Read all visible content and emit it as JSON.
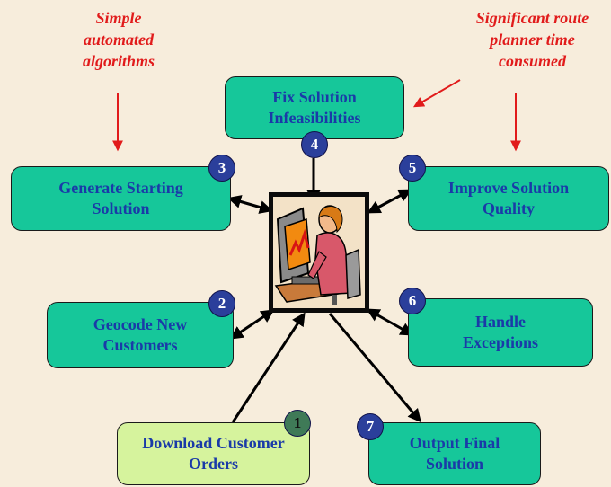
{
  "notes": {
    "left": "Simple\nautomated\nalgorithms",
    "right": "Significant route\nplanner time\nconsumed"
  },
  "steps": [
    {
      "number": "1",
      "label": "Download Customer\nOrders"
    },
    {
      "number": "2",
      "label": "Geocode New\nCustomers"
    },
    {
      "number": "3",
      "label": "Generate Starting\nSolution"
    },
    {
      "number": "4",
      "label": "Fix Solution\nInfeasibilities"
    },
    {
      "number": "5",
      "label": "Improve Solution\nQuality"
    },
    {
      "number": "6",
      "label": "Handle\nExceptions"
    },
    {
      "number": "7",
      "label": "Output Final\nSolution"
    }
  ],
  "colors": {
    "background": "#f7eddc",
    "box_fill": "#16c79a",
    "start_box_fill": "#d6f39d",
    "box_text": "#1a3aa8",
    "note_text": "#e11b1b",
    "badge_fill": "#2b3f9b",
    "start_badge_fill": "#3f7a57"
  },
  "center_icon": "person-at-computer-icon"
}
